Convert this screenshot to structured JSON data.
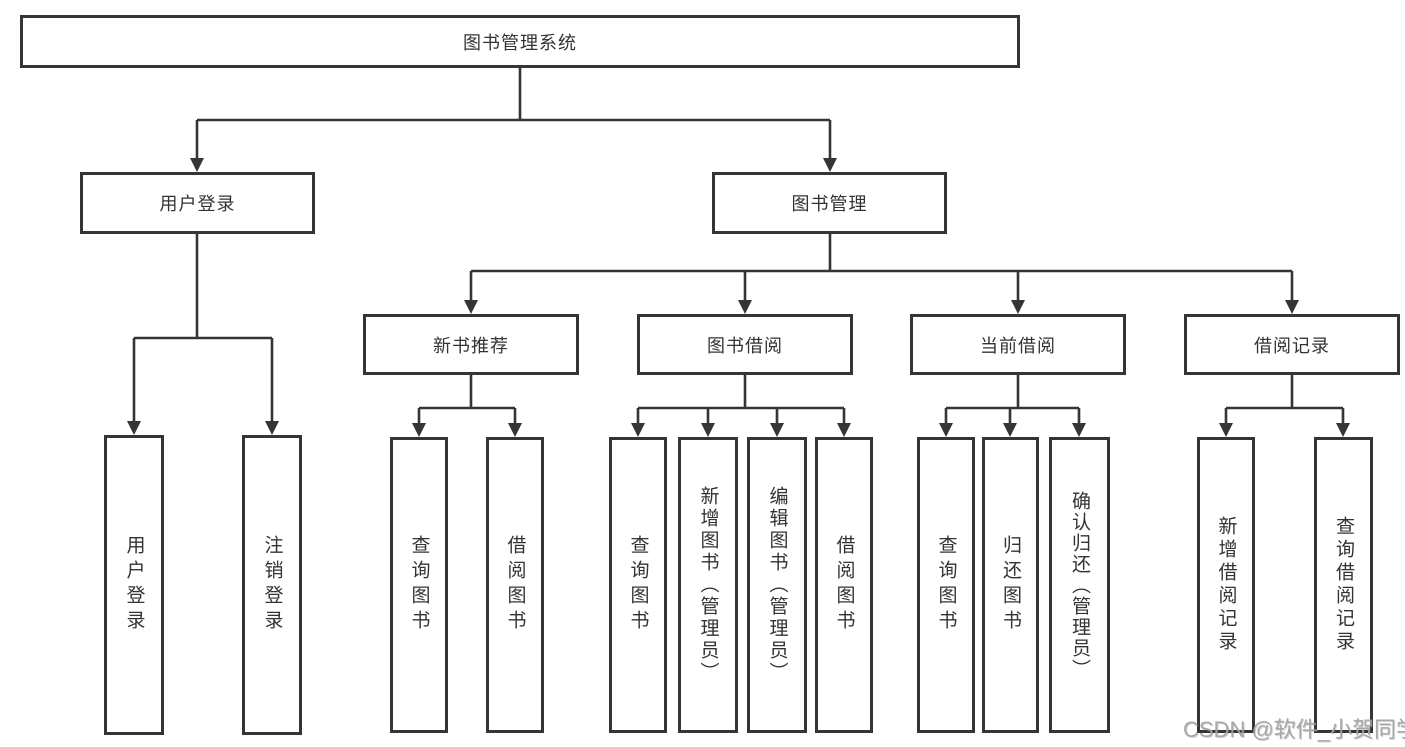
{
  "root": {
    "label": "图书管理系统"
  },
  "branches": {
    "user": {
      "label": "用户登录",
      "children": [
        "用户登录",
        "注销登录"
      ]
    },
    "book": {
      "label": "图书管理"
    }
  },
  "book_sections": [
    {
      "label": "新书推荐",
      "children": [
        "查询图书",
        "借阅图书"
      ]
    },
    {
      "label": "图书借阅",
      "children": [
        "查询图书",
        "新增图书（管理员）",
        "编辑图书（管理员）",
        "借阅图书"
      ]
    },
    {
      "label": "当前借阅",
      "children": [
        "查询图书",
        "归还图书",
        "确认归还（管理员）"
      ]
    },
    {
      "label": "借阅记录",
      "children": [
        "新增借阅记录",
        "查询借阅记录"
      ]
    }
  ],
  "watermark": "CSDN @软件_小贺同学",
  "colors": {
    "box_border": "#353535",
    "line": "#353535",
    "text": "#333333",
    "background": "#ffffff",
    "watermark": "#a4a4a4"
  }
}
